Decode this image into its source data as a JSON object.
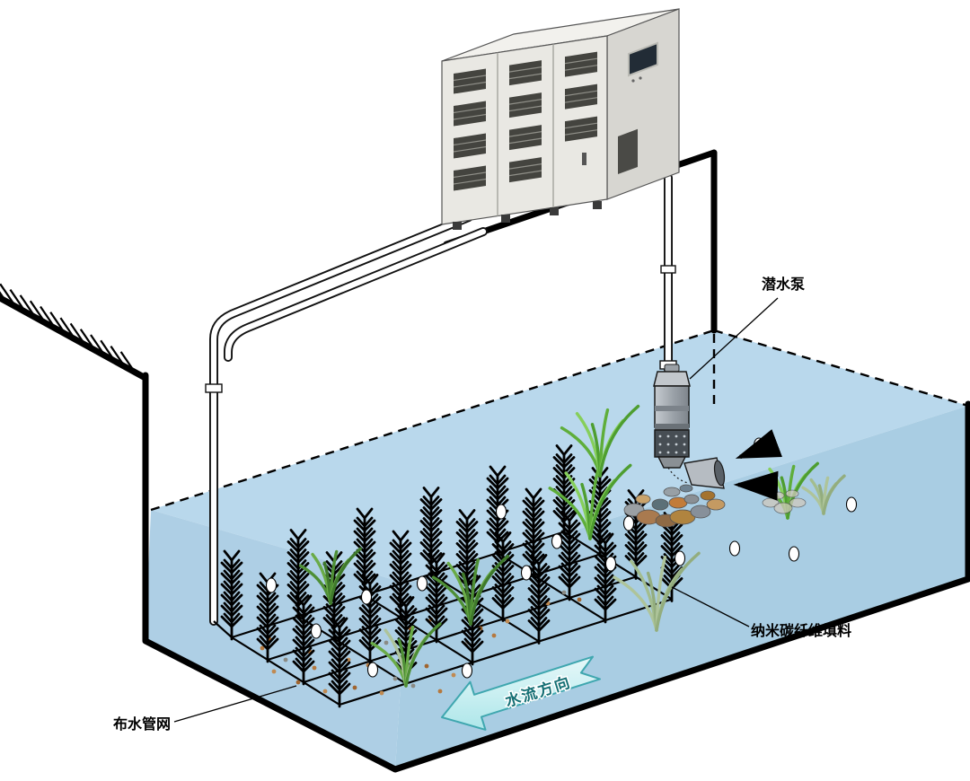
{
  "diagram": {
    "labels": {
      "pump": "潜水泵",
      "filler": "纳米碳纤维填料",
      "pipe_network": "布水管网",
      "flow_direction": "水流方向"
    },
    "palette": {
      "water_top": "#b9d8ec",
      "water_left": "#aecfe5",
      "water_right": "#a9cde3",
      "outline": "#000000",
      "pipe_fill": "#ffffff",
      "brush": "#000000",
      "arrow_fill_light": "#eafbfb",
      "arrow_fill": "#aee8ea",
      "arrow_stroke": "#3aa5ad",
      "arrow_text": "#156f74",
      "plant_green": "#4e8f35",
      "plant_bright": "#5fae3a",
      "plant_pale": "#aec49a",
      "cabinet_front": "#e9e8e3",
      "cabinet_side": "#d7d6d1",
      "cabinet_top": "#f2f1ed"
    }
  }
}
